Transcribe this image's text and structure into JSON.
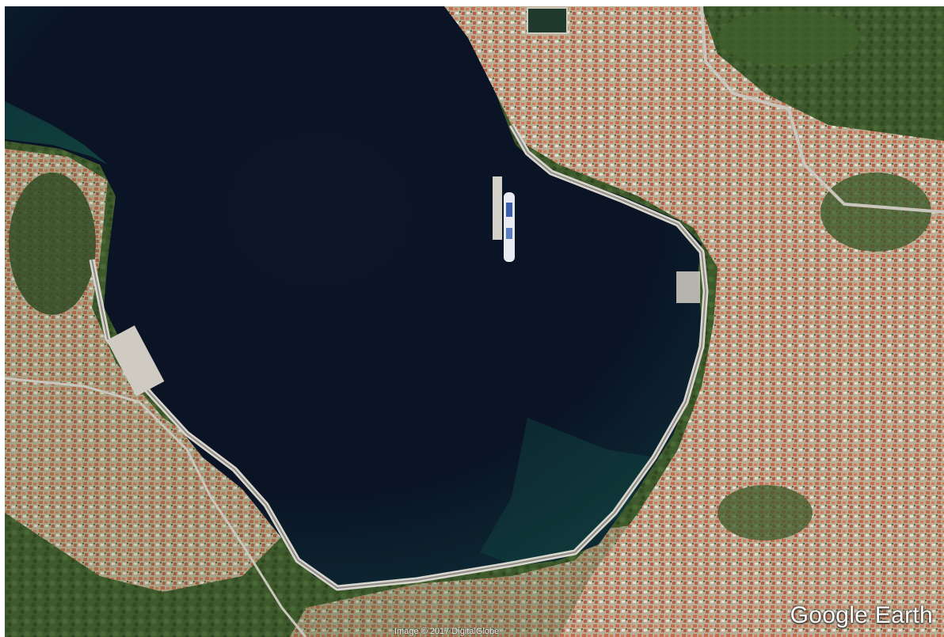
{
  "map": {
    "view": "satellite",
    "brand": "Google Earth",
    "credit": "Image © 2017 DigitalGlobe"
  }
}
